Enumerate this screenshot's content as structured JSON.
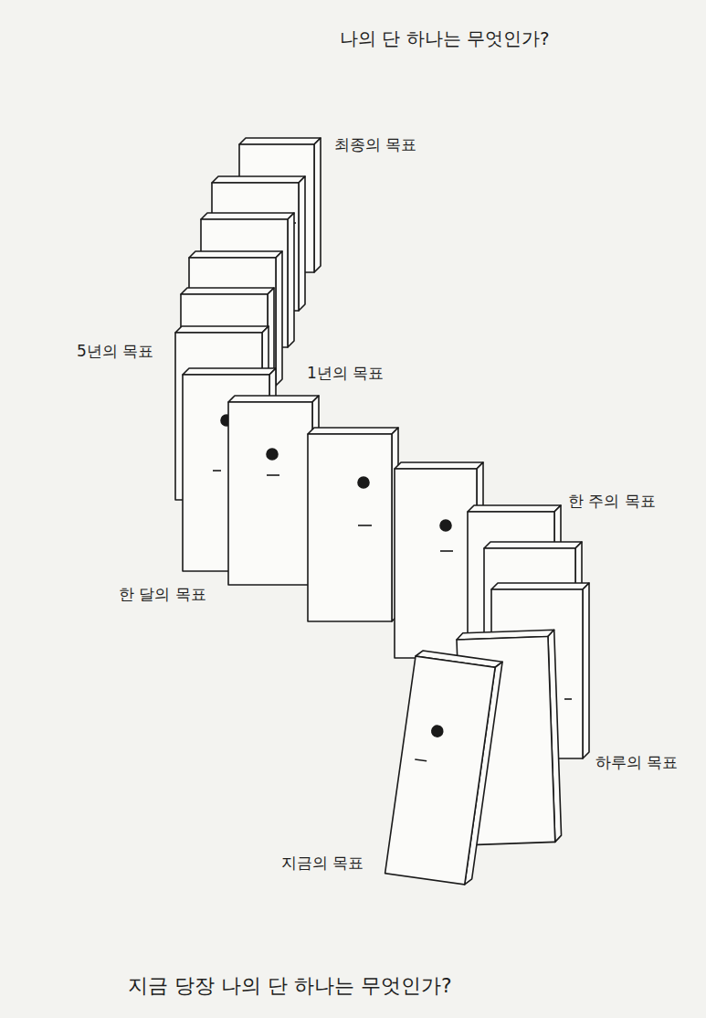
{
  "diagram": {
    "title": "나의 단 하나는 무엇인가?",
    "caption": "지금 당장 나의 단 하나는 무엇인가?",
    "labels": [
      "최종의 목표",
      "5년의 목표",
      "1년의 목표",
      "한 달의 목표",
      "한 주의 목표",
      "하루의 목표",
      "지금의 목표"
    ]
  }
}
